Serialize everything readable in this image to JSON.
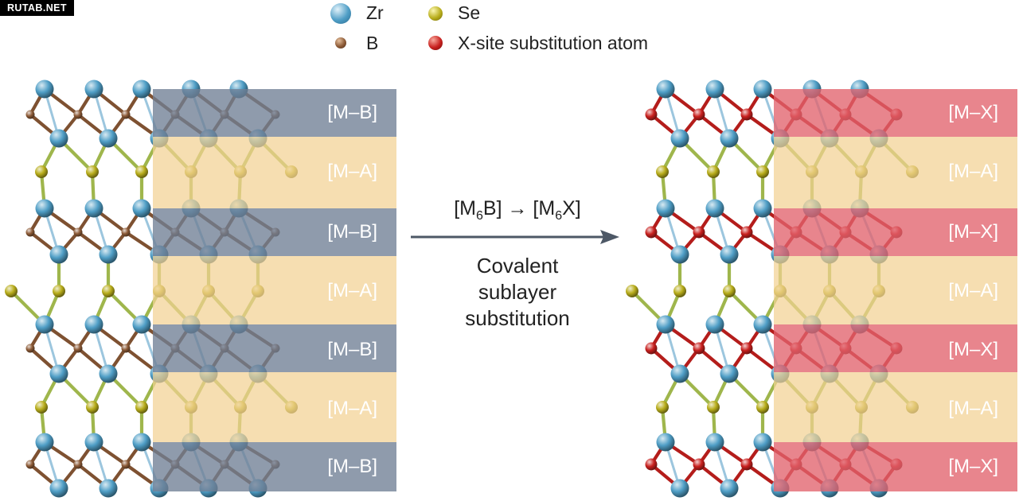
{
  "watermark": "RUTAB.NET",
  "legend": [
    {
      "label": "Zr",
      "color": "#4f9ec6"
    },
    {
      "label": "Se",
      "color": "#b8ad1b"
    },
    {
      "label": "B",
      "color": "#8c5a36"
    },
    {
      "label": "X-site substitution atom",
      "color": "#c8201e"
    }
  ],
  "reaction": {
    "prefix": "[M",
    "sub1": "6",
    "mid": "B] → [M",
    "sub2": "6",
    "suffix": "X]"
  },
  "caption": [
    "Covalent",
    "sublayer",
    "substitution"
  ],
  "left_panel": {
    "labels": [
      "[M–B]",
      "[M–A]",
      "[M–B]",
      "[M–A]",
      "[M–B]",
      "[M–A]",
      "[M–B]"
    ],
    "colors": {
      "mb_band": "#6f7f95",
      "ma_band": "#f3d193",
      "b_atom": "#8c5a36"
    }
  },
  "right_panel": {
    "labels": [
      "[M–X]",
      "[M–A]",
      "[M–X]",
      "[M–A]",
      "[M–X]",
      "[M–A]",
      "[M–X]"
    ],
    "colors": {
      "mx_band": "#e2636d",
      "ma_band": "#f3d193",
      "x_atom": "#c8201e"
    }
  },
  "colors": {
    "zr_atom": "#4f9ec6",
    "se_atom": "#b8ad1b",
    "arrow": "#4d5866"
  }
}
